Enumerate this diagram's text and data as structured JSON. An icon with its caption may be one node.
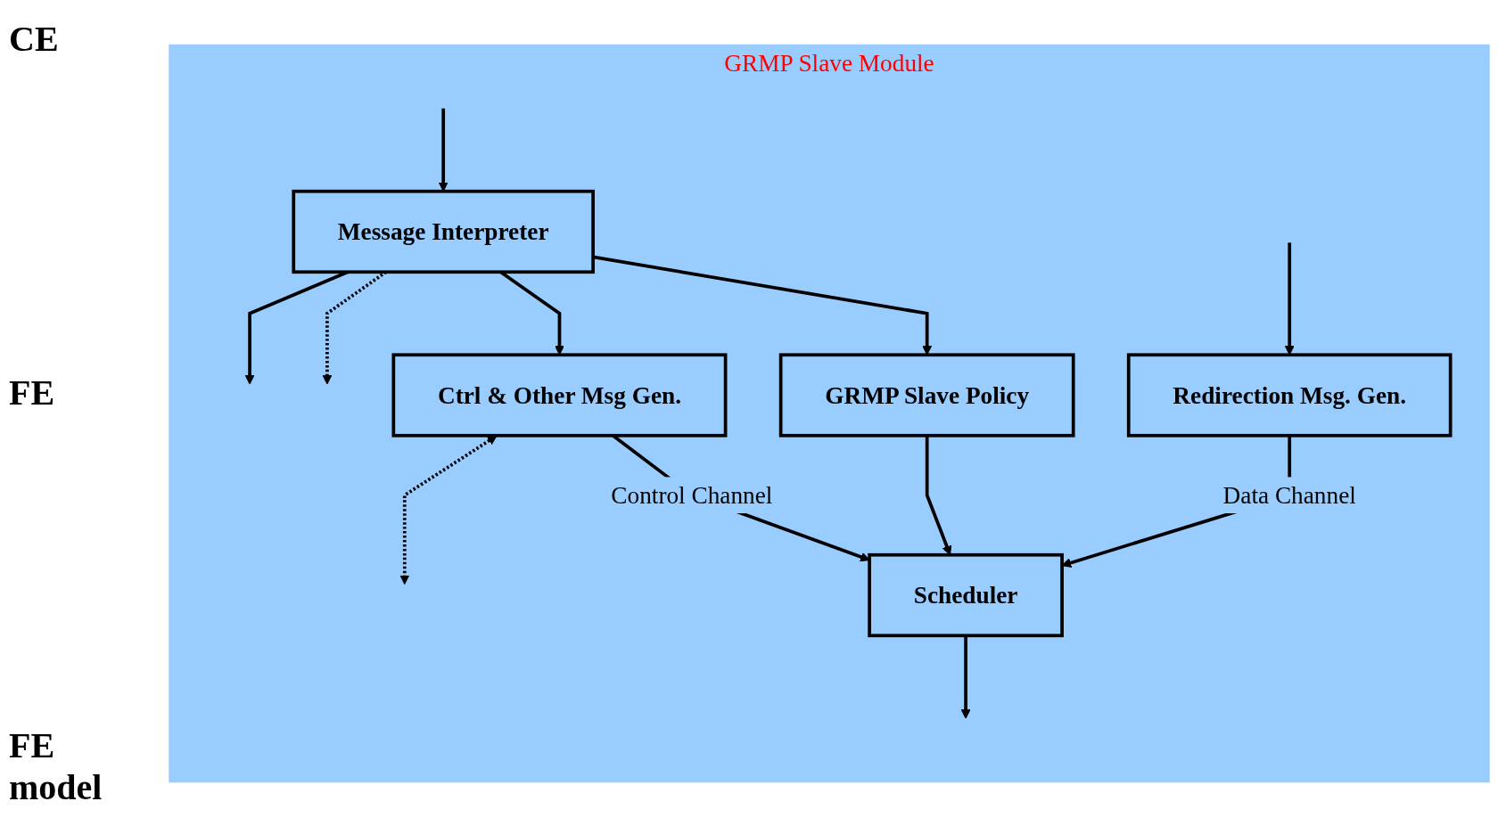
{
  "diagram": {
    "nodes": [
      {
        "text": [
          "GRMP Slave Module"
        ]
      },
      {
        "text": [
          "Scheduler"
        ],
        "in": 0
      },
      {
        "text": [
          "GRMP Slave Policy"
        ],
        "in": 0
      },
      {
        "text": [
          "Message Interpreter"
        ],
        "in": 0
      },
      {
        "text": [
          "Redirection Msg. Gen."
        ],
        "in": 0
      },
      {
        "text": [
          "Ctrl & Other Msg Gen."
        ],
        "in": 0
      }
    ],
    "edges": [
      {
        "from": 1,
        "to": null,
        "arrow": "to"
      },
      {
        "from": null,
        "to": 3,
        "arrow": "to"
      },
      {
        "from": 3,
        "to": 2,
        "arrow": "to"
      },
      {
        "from": 2,
        "to": 1,
        "arrow": "to"
      },
      {
        "from": 4,
        "to": 1,
        "arrow": "to",
        "label": "Data Channel"
      },
      {
        "from": 5,
        "to": 1,
        "arrow": "to",
        "label": "Control Channel"
      },
      {
        "from": 3,
        "to": 5,
        "arrow": "to"
      },
      {
        "from": null,
        "to": 4,
        "arrow": "to"
      },
      {
        "from": 5,
        "to": null,
        "arrow": "both",
        "style": "dashed"
      },
      {
        "from": 3,
        "to": null,
        "arrow": "to",
        "style": "dashed"
      },
      {
        "from": 3,
        "to": null,
        "arrow": "to"
      }
    ],
    "labels": [
      "CE",
      "FE",
      "FE model"
    ]
  }
}
